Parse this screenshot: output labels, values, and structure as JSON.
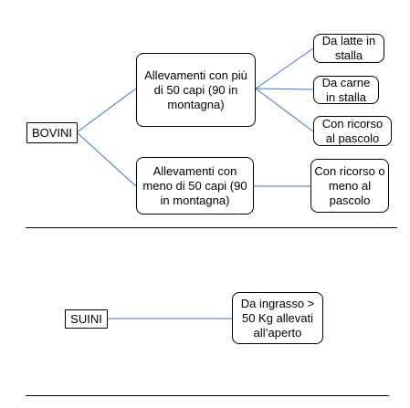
{
  "colors": {
    "connector": "#4472c4",
    "border": "#000000",
    "separator": "#000000"
  },
  "bovini": {
    "root": "BOVINI",
    "large_farms": "Allevamenti con più di 50 capi (90 in montagna)",
    "small_farms": "Allevamenti con meno di 50 capi (90 in montagna)",
    "dairy_stable": "Da latte in stalla",
    "meat_stable": "Da carne in stalla",
    "pasture_large": "Con ricorso al pascolo",
    "pasture_small": "Con ricorso o meno al pascolo"
  },
  "suini": {
    "root": "SUINI",
    "fattening": "Da ingrasso > 50 Kg allevati all’aperto"
  }
}
